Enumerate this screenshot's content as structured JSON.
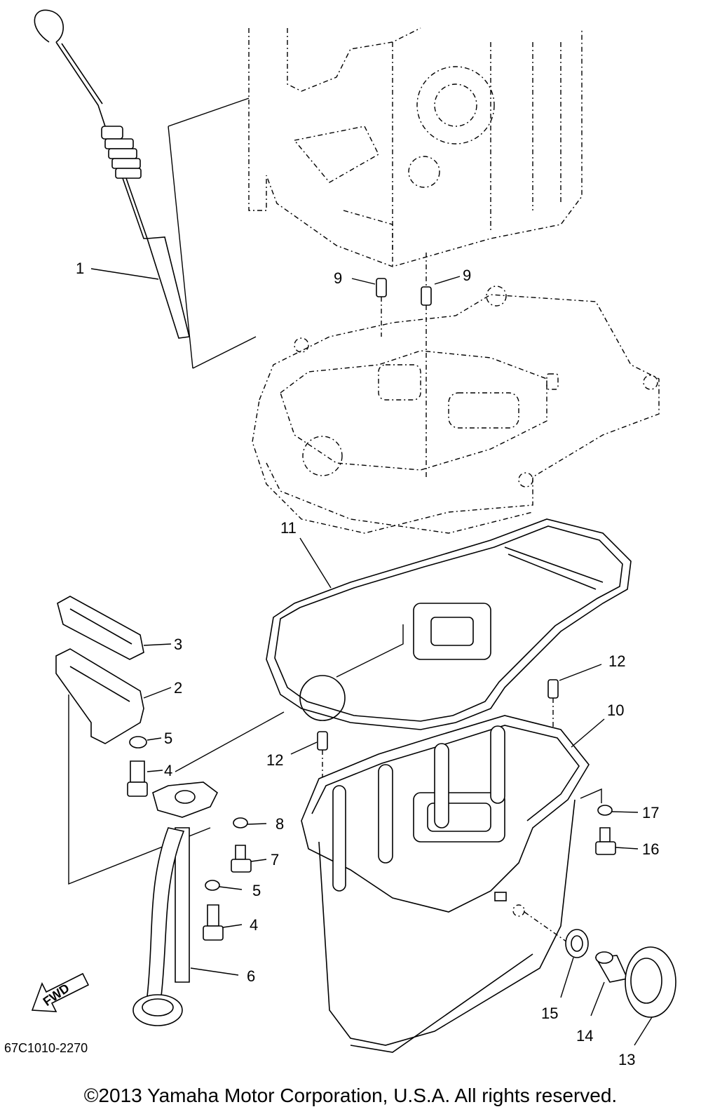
{
  "callouts": {
    "c1": "1",
    "c2": "2",
    "c3": "3",
    "c4a": "4",
    "c4b": "4",
    "c5a": "5",
    "c5b": "5",
    "c6": "6",
    "c7": "7",
    "c8": "8",
    "c9a": "9",
    "c9b": "9",
    "c10": "10",
    "c11": "11",
    "c12a": "12",
    "c12b": "12",
    "c13": "13",
    "c14": "14",
    "c15": "15",
    "c16": "16",
    "c17": "17"
  },
  "fwd_label": "FWD",
  "diagram_code": "67C1010-2270",
  "copyright": "©2013 Yamaha Motor Corporation, U.S.A. All rights reserved."
}
